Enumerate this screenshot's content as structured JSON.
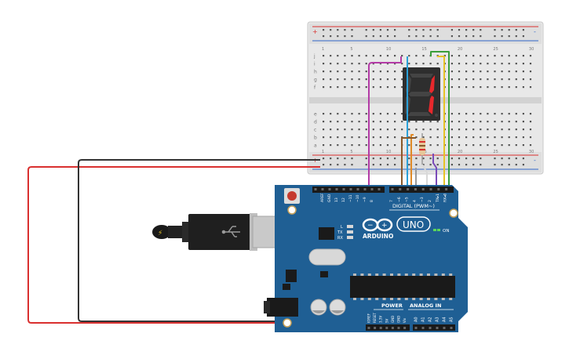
{
  "breadboard": {
    "columns_top": [
      "1",
      "",
      "",
      "",
      "5",
      "",
      "",
      "",
      "",
      "10",
      "",
      "",
      "",
      "",
      "15",
      "",
      "",
      "",
      "",
      "20",
      "",
      "",
      "",
      "",
      "25",
      "",
      "",
      "",
      "",
      "30"
    ],
    "columns_bottom": [
      "1",
      "",
      "",
      "",
      "5",
      "",
      "",
      "",
      "",
      "10",
      "",
      "",
      "",
      "",
      "15",
      "",
      "",
      "",
      "",
      "20",
      "",
      "",
      "",
      "",
      "25",
      "",
      "",
      "",
      "",
      "30"
    ],
    "rows_top": [
      "j",
      "i",
      "h",
      "g",
      "f"
    ],
    "rows_bottom": [
      "e",
      "d",
      "c",
      "b",
      "a"
    ],
    "rail_plus": "+",
    "rail_minus": "-"
  },
  "seven_segment": {
    "digit": "1",
    "color": "#e8282c"
  },
  "arduino": {
    "brand": "ARDUINO",
    "model": "UNO",
    "on_label": "ON",
    "digital_label": "DIGITAL (PWM~)",
    "analog_label": "ANALOG IN",
    "power_label": "POWER",
    "led_labels": [
      "L",
      "TX",
      "RX"
    ],
    "top_pin_labels": [
      "AREF",
      "GND",
      "13",
      "12",
      "~11",
      "~10",
      "~9",
      "8",
      "7",
      "~6",
      "~5",
      "4",
      "~3",
      "2",
      "TX▸1",
      "RX◂0"
    ],
    "power_pin_labels": [
      "IOREF",
      "RESET",
      "3.3V",
      "5V",
      "GND",
      "GND",
      "Vin"
    ],
    "analog_pin_labels": [
      "A0",
      "A1",
      "A2",
      "A3",
      "A4",
      "A5"
    ],
    "board_color": "#1f5f94"
  },
  "wires": {
    "red": "#d9302f",
    "black": "#333333",
    "magenta": "#b33ba6",
    "blue": "#2aa0d8",
    "green": "#3a9e3a",
    "yellow": "#e6c327",
    "orange": "#e08a26",
    "purple": "#7a4ab8",
    "brown": "#8a5a2b",
    "white": "#e8e8e8"
  }
}
